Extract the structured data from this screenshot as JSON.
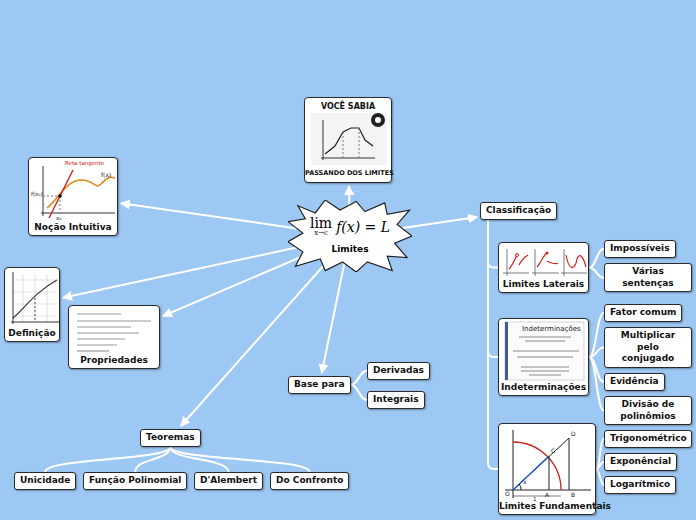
{
  "diagram": {
    "nodes": [
      {
        "text": [
          "lim",
          "x→c",
          "f(x) = L",
          "Limites"
        ]
      },
      {
        "text": [
          "VOCÊ SABIA",
          "PASSANDO DOS LIMITES"
        ]
      },
      {
        "text": [
          "Noção Intuitiva"
        ]
      },
      {
        "text": [
          "Definição"
        ]
      },
      {
        "text": [
          "Propriedades"
        ]
      },
      {
        "text": [
          "Base para"
        ]
      },
      {
        "text": [
          "Derivadas"
        ]
      },
      {
        "text": [
          "Integrais"
        ]
      },
      {
        "text": [
          "Teoremas"
        ]
      },
      {
        "text": [
          "Unicidade"
        ]
      },
      {
        "text": [
          "Função Polinomial"
        ]
      },
      {
        "text": [
          "D'Alembert"
        ]
      },
      {
        "text": [
          "Do Confronto"
        ]
      },
      {
        "text": [
          "Classificação"
        ]
      },
      {
        "text": [
          "Limites Laterais"
        ]
      },
      {
        "text": [
          "Impossíveis"
        ]
      },
      {
        "text": [
          "Várias sentenças"
        ]
      },
      {
        "text": [
          "Indeterminações"
        ]
      },
      {
        "text": [
          "Fator comum"
        ]
      },
      {
        "text": [
          "Multiplicar pelo conjugado"
        ]
      },
      {
        "text": [
          "Evidência"
        ]
      },
      {
        "text": [
          "Divisão de polinômios"
        ]
      },
      {
        "text": [
          "Limites Fundamentais"
        ]
      },
      {
        "text": [
          "Trigonométrico"
        ]
      },
      {
        "text": [
          "Exponêncial"
        ]
      },
      {
        "text": [
          "Logarítmico"
        ]
      }
    ],
    "edges": [
      {
        "from": 0,
        "to": 1,
        "arrow": "to"
      },
      {
        "from": 0,
        "to": 2,
        "arrow": "to"
      },
      {
        "from": 0,
        "to": 3,
        "arrow": "to"
      },
      {
        "from": 0,
        "to": 4,
        "arrow": "to"
      },
      {
        "from": 0,
        "to": 8,
        "arrow": "to"
      },
      {
        "from": 0,
        "to": 5,
        "arrow": "to"
      },
      {
        "from": 0,
        "to": 13,
        "arrow": "to"
      },
      {
        "from": 5,
        "to": 6,
        "arrow": "none"
      },
      {
        "from": 5,
        "to": 7,
        "arrow": "none"
      },
      {
        "from": 8,
        "to": 9,
        "arrow": "none"
      },
      {
        "from": 8,
        "to": 10,
        "arrow": "none"
      },
      {
        "from": 8,
        "to": 11,
        "arrow": "none"
      },
      {
        "from": 8,
        "to": 12,
        "arrow": "none"
      },
      {
        "from": 13,
        "to": 14,
        "arrow": "none"
      },
      {
        "from": 13,
        "to": 17,
        "arrow": "none"
      },
      {
        "from": 13,
        "to": 22,
        "arrow": "none"
      },
      {
        "from": 14,
        "to": 15,
        "arrow": "none"
      },
      {
        "from": 14,
        "to": 16,
        "arrow": "none"
      },
      {
        "from": 17,
        "to": 18,
        "arrow": "none"
      },
      {
        "from": 17,
        "to": 19,
        "arrow": "none"
      },
      {
        "from": 17,
        "to": 20,
        "arrow": "none"
      },
      {
        "from": 17,
        "to": 21,
        "arrow": "none"
      },
      {
        "from": 22,
        "to": 23,
        "arrow": "none"
      },
      {
        "from": 22,
        "to": 24,
        "arrow": "none"
      },
      {
        "from": 22,
        "to": 25,
        "arrow": "none"
      }
    ],
    "labels": [
      "Reta tangente",
      "f(x)",
      "f(x₀)",
      "x₀",
      "Indeterminações",
      "D",
      "C",
      "B",
      "A",
      "O",
      "x",
      "1"
    ]
  }
}
